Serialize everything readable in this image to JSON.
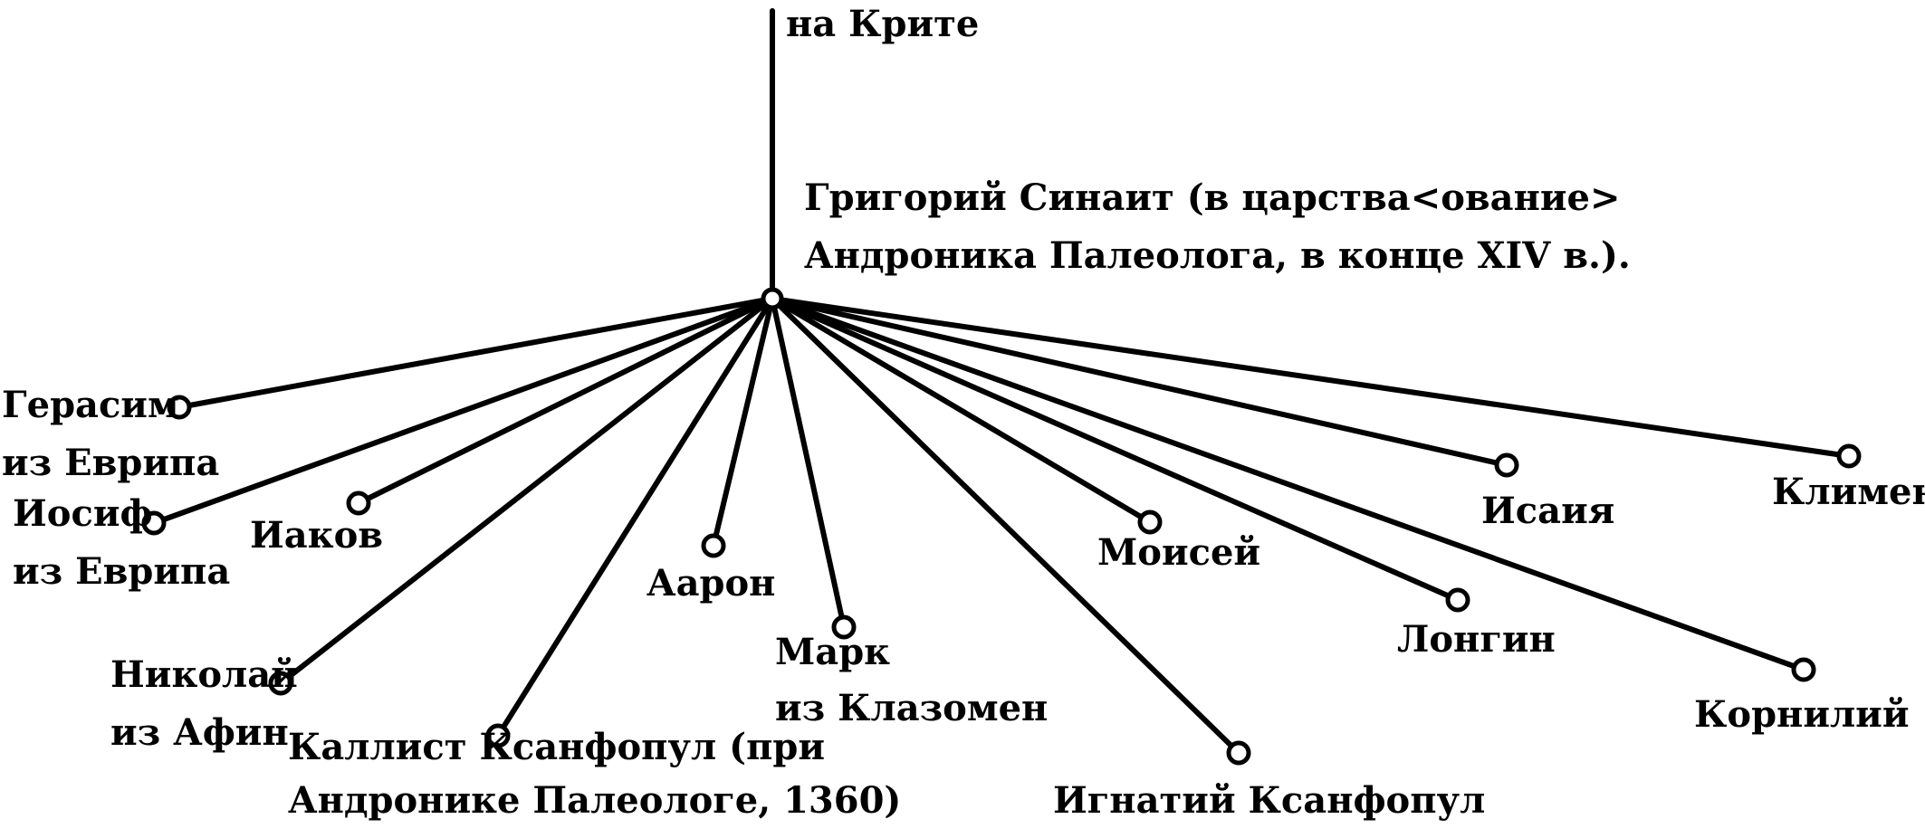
{
  "diagram": {
    "top_label": "на Крите",
    "root_label": {
      "line1": "Григорий Синаит (в царства<ование>",
      "line2": "Андроника Палеолога, в конце XIV в.)."
    },
    "disciples": [
      {
        "id": "gerasim",
        "lines": [
          "Герасим",
          "из Еврипа"
        ]
      },
      {
        "id": "iosif",
        "lines": [
          "Иосиф",
          "из Еврипа"
        ]
      },
      {
        "id": "iakov",
        "lines": [
          "Иаков"
        ]
      },
      {
        "id": "nikolai",
        "lines": [
          "Николай",
          "из Афин"
        ]
      },
      {
        "id": "kallist",
        "lines": [
          "Каллист Ксанфопул (при",
          "Андронике Палеологе, 1360)"
        ]
      },
      {
        "id": "aaron",
        "lines": [
          "Аарон"
        ]
      },
      {
        "id": "mark",
        "lines": [
          "Марк",
          "из Клазомен"
        ]
      },
      {
        "id": "ignatii",
        "lines": [
          "Игнатий Ксанфопул"
        ]
      },
      {
        "id": "moisei",
        "lines": [
          "Моисей"
        ]
      },
      {
        "id": "longin",
        "lines": [
          "Лонгин"
        ]
      },
      {
        "id": "isaiya",
        "lines": [
          "Исаия"
        ]
      },
      {
        "id": "korniliy",
        "lines": [
          "Корнилий"
        ]
      },
      {
        "id": "kliment",
        "lines": [
          "Климент"
        ]
      }
    ]
  }
}
